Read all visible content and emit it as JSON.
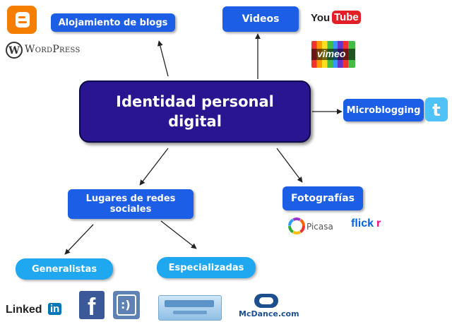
{
  "center": {
    "line1": "Identidad personal",
    "line2": "digital"
  },
  "nodes": {
    "blogs": "Alojamiento de blogs",
    "videos": "Videos",
    "microblogging": "Microblogging",
    "photos": "Fotografías",
    "social_line1": "Lugares de redes",
    "social_line2": "sociales",
    "generalistas": "Generalistas",
    "especializadas": "Especializadas"
  },
  "logos": {
    "wordpress": "WordPress",
    "youtube_you": "You",
    "youtube_tube": "Tube",
    "vimeo": "vimeo",
    "picasa": "Picasa",
    "flickr_main": "flick",
    "flickr_r": "r",
    "linkedin_text": "Linked",
    "linkedin_in": "in",
    "facebook": "f",
    "tuenti": ":)",
    "mcdance": "McDance.com"
  },
  "colors": {
    "center": "#2a1591",
    "node_blue": "#1d5ee6",
    "node_cyan": "#1fa8ef"
  }
}
